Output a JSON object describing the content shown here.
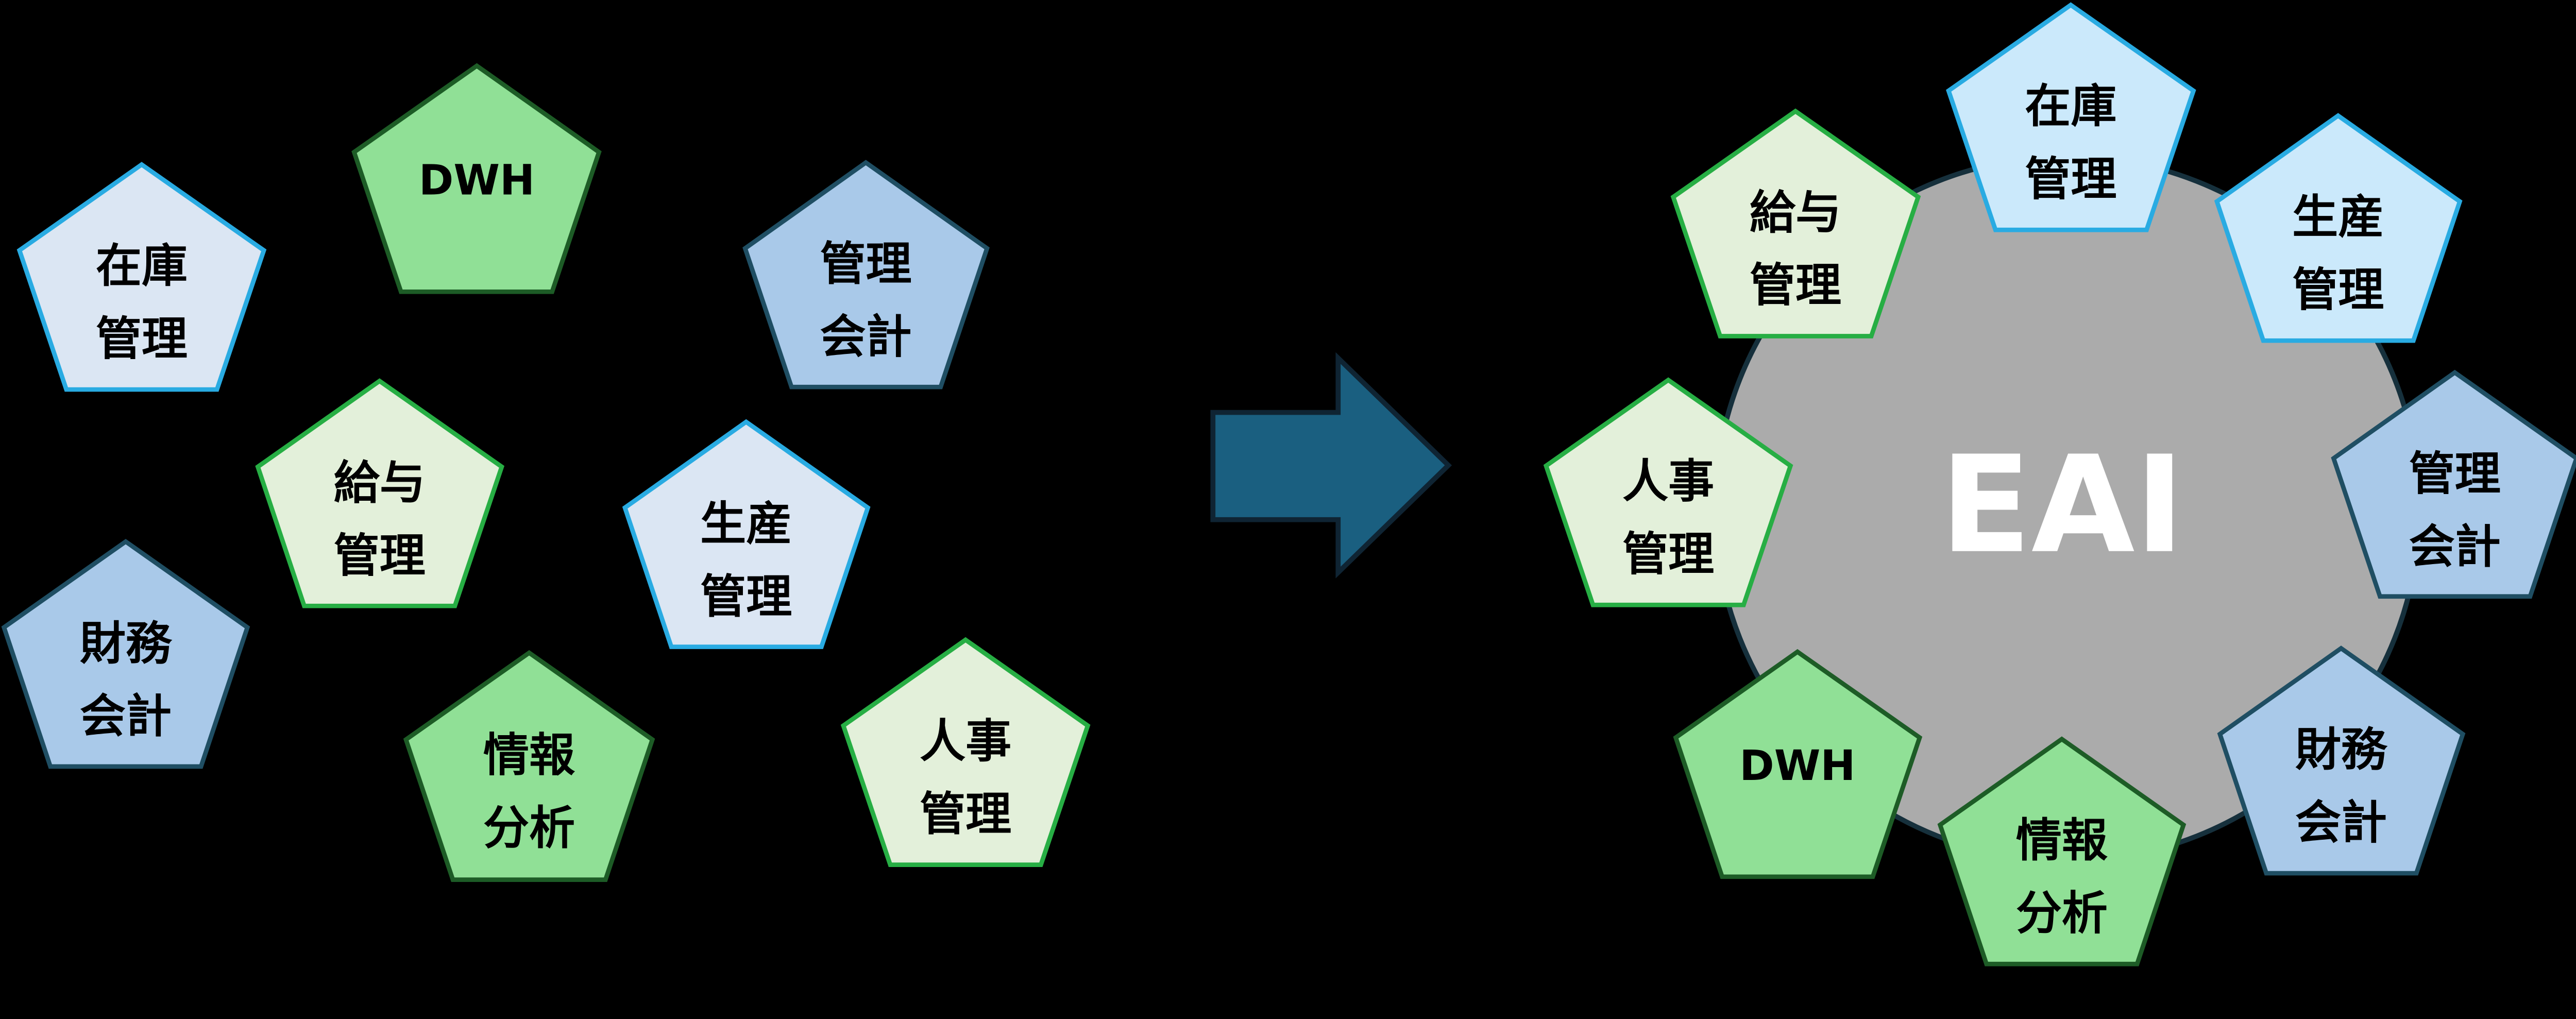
{
  "diagram": {
    "background": "#000000",
    "hub": {
      "label": "EAI",
      "fill": "#ababab",
      "stroke": "#16303c",
      "text_color": "#ffffff"
    },
    "arrow": {
      "direction": "right",
      "fill": "#1a5f80",
      "stroke": "#0f2433"
    },
    "left_cluster": {
      "description": "scattered standalone systems before integration",
      "nodes": [
        {
          "id": "inventory",
          "label": "在庫管理",
          "line1": "在庫",
          "line2": "管理",
          "fill": "#dbe6f3",
          "stroke": "#29abe2"
        },
        {
          "id": "dwh",
          "label": "DWH",
          "line1": "DWH",
          "line2": "",
          "fill": "#90e096",
          "stroke": "#1d5c26"
        },
        {
          "id": "management-accounting",
          "label": "管理会計",
          "line1": "管理",
          "line2": "会計",
          "fill": "#a9c9e9",
          "stroke": "#1f4e63"
        },
        {
          "id": "payroll",
          "label": "給与管理",
          "line1": "給与",
          "line2": "管理",
          "fill": "#e3f0da",
          "stroke": "#27ae44"
        },
        {
          "id": "production",
          "label": "生産管理",
          "line1": "生産",
          "line2": "管理",
          "fill": "#dbe6f3",
          "stroke": "#29abe2"
        },
        {
          "id": "financial-accounting",
          "label": "財務会計",
          "line1": "財務",
          "line2": "会計",
          "fill": "#a9c9e9",
          "stroke": "#1f4e63"
        },
        {
          "id": "information-analysis",
          "label": "情報分析",
          "line1": "情報",
          "line2": "分析",
          "fill": "#90e096",
          "stroke": "#1d5c26"
        },
        {
          "id": "hr",
          "label": "人事管理",
          "line1": "人事",
          "line2": "管理",
          "fill": "#e3f0da",
          "stroke": "#27ae44"
        }
      ]
    },
    "right_cluster": {
      "description": "systems integrated around the EAI hub, clockwise from top",
      "nodes": [
        {
          "id": "inventory",
          "label": "在庫管理",
          "line1": "在庫",
          "line2": "管理",
          "fill": "#cbe9fb",
          "stroke": "#29abe2"
        },
        {
          "id": "production",
          "label": "生産管理",
          "line1": "生産",
          "line2": "管理",
          "fill": "#cbe9fb",
          "stroke": "#29abe2"
        },
        {
          "id": "management-accounting",
          "label": "管理会計",
          "line1": "管理",
          "line2": "会計",
          "fill": "#a9c9e9",
          "stroke": "#1f4e63"
        },
        {
          "id": "financial-accounting",
          "label": "財務会計",
          "line1": "財務",
          "line2": "会計",
          "fill": "#a9c9e9",
          "stroke": "#1f4e63"
        },
        {
          "id": "information-analysis",
          "label": "情報分析",
          "line1": "情報",
          "line2": "分析",
          "fill": "#90e096",
          "stroke": "#1d5c26"
        },
        {
          "id": "dwh",
          "label": "DWH",
          "line1": "DWH",
          "line2": "",
          "fill": "#90e096",
          "stroke": "#1d5c26"
        },
        {
          "id": "hr",
          "label": "人事管理",
          "line1": "人事",
          "line2": "管理",
          "fill": "#e3f0da",
          "stroke": "#27ae44"
        },
        {
          "id": "payroll",
          "label": "給与管理",
          "line1": "給与",
          "line2": "管理",
          "fill": "#e3f0da",
          "stroke": "#27ae44"
        }
      ]
    }
  }
}
